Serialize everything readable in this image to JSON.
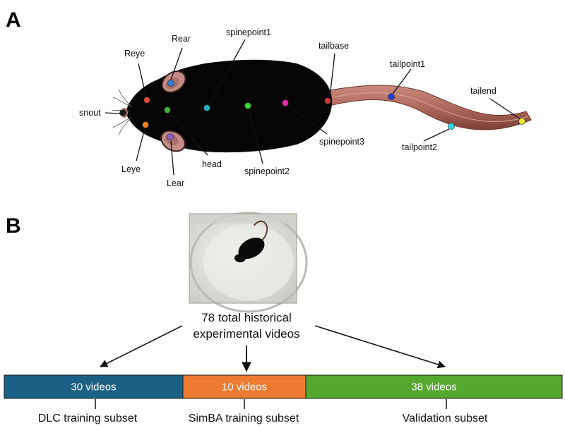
{
  "panels": {
    "a": "A",
    "b": "B"
  },
  "keypoints": [
    {
      "name": "snout",
      "label": "snout",
      "color": "#1a1a1a"
    },
    {
      "name": "reye",
      "label": "Reye",
      "color": "#d94a3c"
    },
    {
      "name": "rear",
      "label": "Rear",
      "color": "#2f7fd8"
    },
    {
      "name": "leye",
      "label": "Leye",
      "color": "#f07f1c"
    },
    {
      "name": "lear",
      "label": "Lear",
      "color": "#8a5bc8"
    },
    {
      "name": "head",
      "label": "head",
      "color": "#3fae3c"
    },
    {
      "name": "spinepoint1",
      "label": "spinepoint1",
      "color": "#27b0bf"
    },
    {
      "name": "spinepoint2",
      "label": "spinepoint2",
      "color": "#2fdc2f"
    },
    {
      "name": "spinepoint3",
      "label": "spinepoint3",
      "color": "#e02eb0"
    },
    {
      "name": "tailbase",
      "label": "tailbase",
      "color": "#c23a3a"
    },
    {
      "name": "tailpoint1",
      "label": "tailpoint1",
      "color": "#1f3fd8"
    },
    {
      "name": "tailpoint2",
      "label": "tailpoint2",
      "color": "#2fd8e8"
    },
    {
      "name": "tailend",
      "label": "tailend",
      "color": "#e8e82f"
    }
  ],
  "flow": {
    "total_line1": "78 total historical",
    "total_line2": "experimental videos",
    "segments": [
      {
        "key": "dlc",
        "count": 30,
        "count_label": "30 videos",
        "label": "DLC training subset",
        "color": "#1b6185"
      },
      {
        "key": "simba",
        "count": 10,
        "count_label": "10 videos",
        "label": "SimBA training subset",
        "color": "#ee7a30"
      },
      {
        "key": "validation",
        "count": 38,
        "count_label": "38 videos",
        "label": "Validation subset",
        "color": "#54a82e"
      }
    ]
  }
}
